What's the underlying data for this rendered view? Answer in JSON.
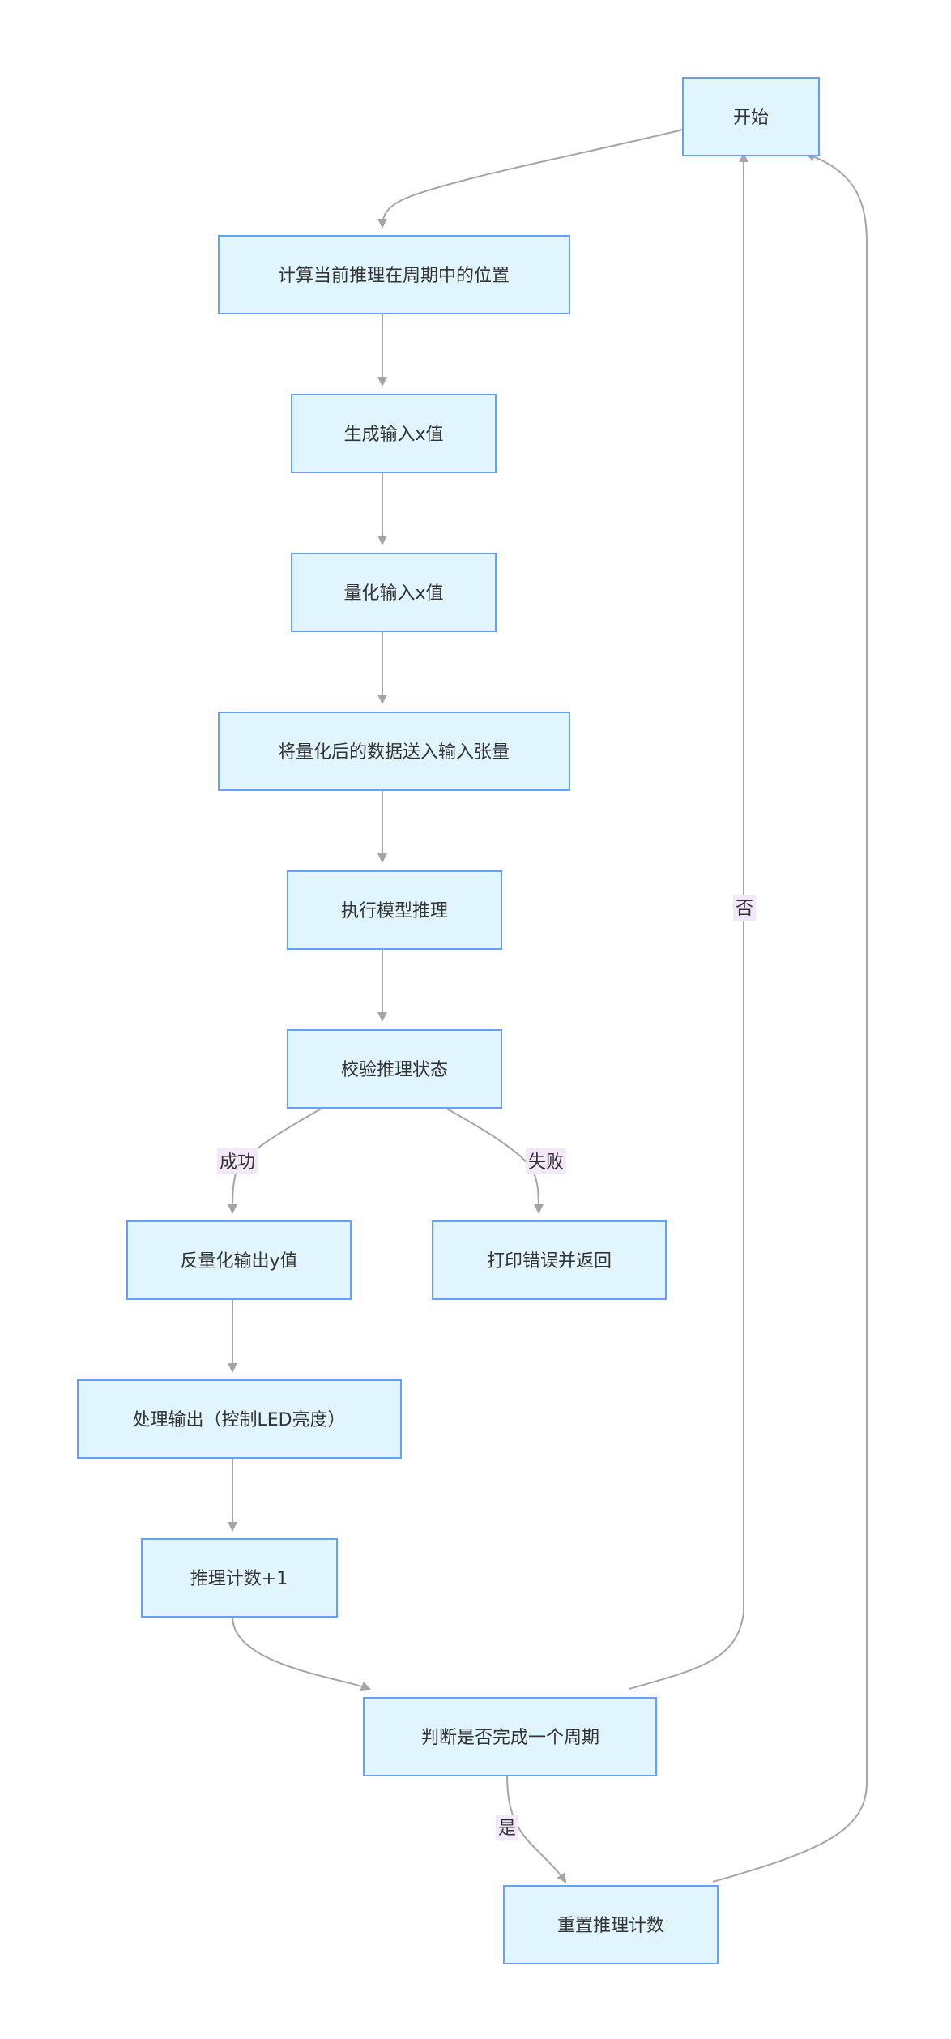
{
  "nodes": {
    "start": "开始",
    "calc_position": "计算当前推理在周期中的位置",
    "gen_x": "生成输入x值",
    "quant_x": "量化输入x值",
    "feed_tensor": "将量化后的数据送入输入张量",
    "run_inference": "执行模型推理",
    "check_status": "校验推理状态",
    "dequant_y": "反量化输出y值",
    "print_error": "打印错误并返回",
    "handle_output": "处理输出（控制LED亮度）",
    "count_inc": "推理计数+1",
    "check_cycle": "判断是否完成一个周期",
    "reset_count": "重置推理计数"
  },
  "edge_labels": {
    "success": "成功",
    "fail": "失败",
    "no": "否",
    "yes": "是"
  },
  "colors": {
    "node_fill": "#e1f5fe",
    "node_stroke": "#64a1f4",
    "edge": "#a5a5a5",
    "label_bg": "#f3e8fa"
  }
}
